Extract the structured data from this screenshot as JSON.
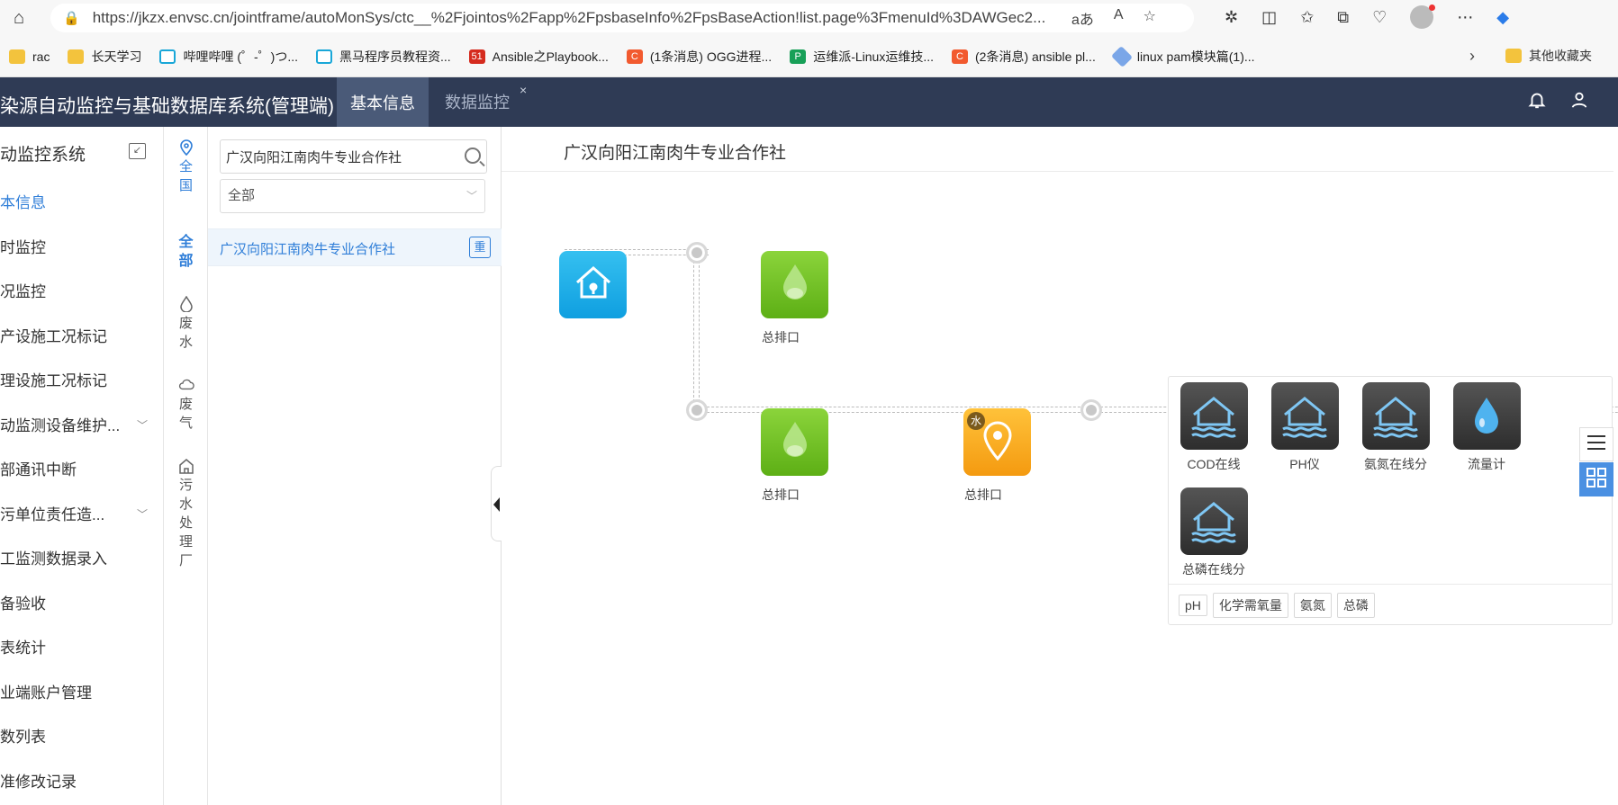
{
  "browser": {
    "url": "https://jkzx.envsc.cn/jointframe/autoMonSys/ctc__%2Fjointos%2Fapp%2FpsbaseInfo%2FpsBaseAction!list.page%3FmenuId%3DAWGec2...",
    "read_aloud": "aあ",
    "bookmarks": [
      {
        "label": "rac",
        "icon": "folder"
      },
      {
        "label": "长天学习",
        "icon": "folder"
      },
      {
        "label": "哔哩哔哩 (゜-゜)つ...",
        "icon": "bili"
      },
      {
        "label": "黑马程序员教程资...",
        "icon": "bili"
      },
      {
        "label": "Ansible之Playbook...",
        "icon": "b51"
      },
      {
        "label": "(1条消息) OGG进程...",
        "icon": "csdn"
      },
      {
        "label": "运维派-Linux运维技...",
        "icon": "yw"
      },
      {
        "label": "(2条消息) ansible pl...",
        "icon": "csdn"
      },
      {
        "label": "linux pam模块篇(1)...",
        "icon": "cube"
      }
    ],
    "other_bookmarks": "其他收藏夹"
  },
  "app": {
    "title": "染源自动监控与基础数据库系统(管理端)",
    "tabs": [
      {
        "label": "基本信息"
      },
      {
        "label": "数据监控",
        "close": "×"
      }
    ]
  },
  "sidebar": {
    "title": "动监控系统",
    "items": [
      {
        "label": "本信息",
        "active": true
      },
      {
        "label": "时监控"
      },
      {
        "label": "况监控"
      },
      {
        "label": "产设施工况标记"
      },
      {
        "label": "理设施工况标记"
      },
      {
        "label": "动监测设备维护...",
        "chevron": true
      },
      {
        "label": "部通讯中断"
      },
      {
        "label": "污单位责任造...",
        "chevron": true
      },
      {
        "label": "工监测数据录入"
      },
      {
        "label": "备验收"
      },
      {
        "label": "表统计"
      },
      {
        "label": "业端账户管理"
      },
      {
        "label": "数列表"
      },
      {
        "label": "准修改记录"
      }
    ]
  },
  "region": {
    "national": "全国",
    "all": "全部",
    "wastewater": "废水",
    "wastegas": "废气",
    "sewage_plant": "污水处理厂"
  },
  "list": {
    "search_value": "广汉向阳江南肉牛专业合作社",
    "select_value": "全部",
    "rows": [
      {
        "name": "广汉向阳江南肉牛专业合作社",
        "badge": "重"
      }
    ]
  },
  "main": {
    "title": "广汉向阳江南肉牛专业合作社",
    "outlet_label_1": "总排口",
    "outlet_label_2": "总排口",
    "outlet_label_3": "总排口",
    "water_badge": "水",
    "devices": [
      {
        "name": "COD在线"
      },
      {
        "name": "PH仪"
      },
      {
        "name": "氨氮在线分"
      },
      {
        "name": "流量计"
      },
      {
        "name": "总磷在线分"
      }
    ],
    "tags": [
      "pH",
      "化学需氧量",
      "氨氮",
      "总磷"
    ]
  },
  "colors": {
    "header_bg": "#2f3b55",
    "active_tab": "#4a5a78",
    "accent": "#2f7ed8"
  }
}
